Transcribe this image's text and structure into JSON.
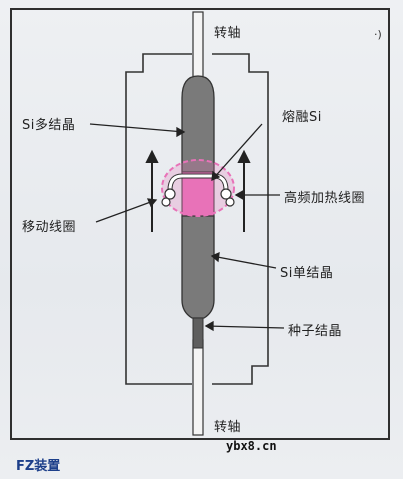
{
  "labels": {
    "top_axis": "转轴",
    "bottom_axis": "转轴",
    "poly_si": "Si多结晶",
    "melt_si": "熔融Si",
    "hf_coil": "高频加热线圈",
    "moving_coil": "移动线圈",
    "single_si": "Si单结晶",
    "seed": "种子结晶"
  },
  "watermark": "ybx8.cn",
  "caption": "FZ装置",
  "corner_mark": "·)",
  "colors": {
    "rod": "#7a7a7a",
    "melt": "#e872b8",
    "coil": "#ffffff",
    "caption": "#1d3f8a"
  }
}
